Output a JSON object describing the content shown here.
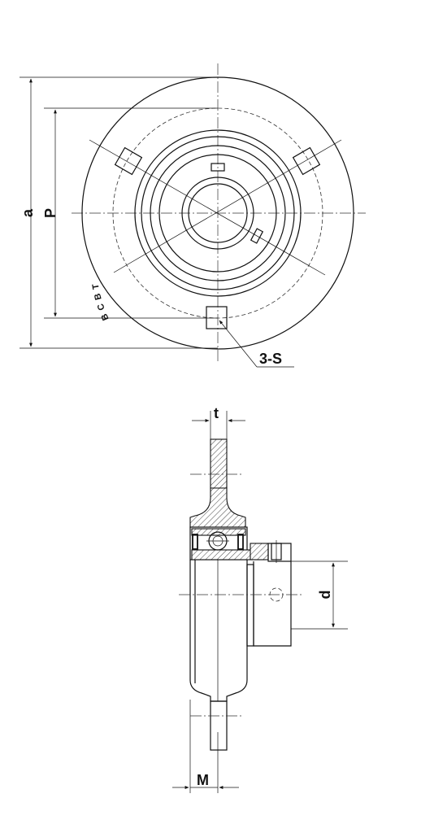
{
  "front_view": {
    "dim_outer": "a",
    "dim_pcd": "P",
    "brand": "BCBT",
    "hole_label": "3-S"
  },
  "side_view": {
    "dim_thickness": "t",
    "dim_bore": "d",
    "dim_width": "M"
  }
}
